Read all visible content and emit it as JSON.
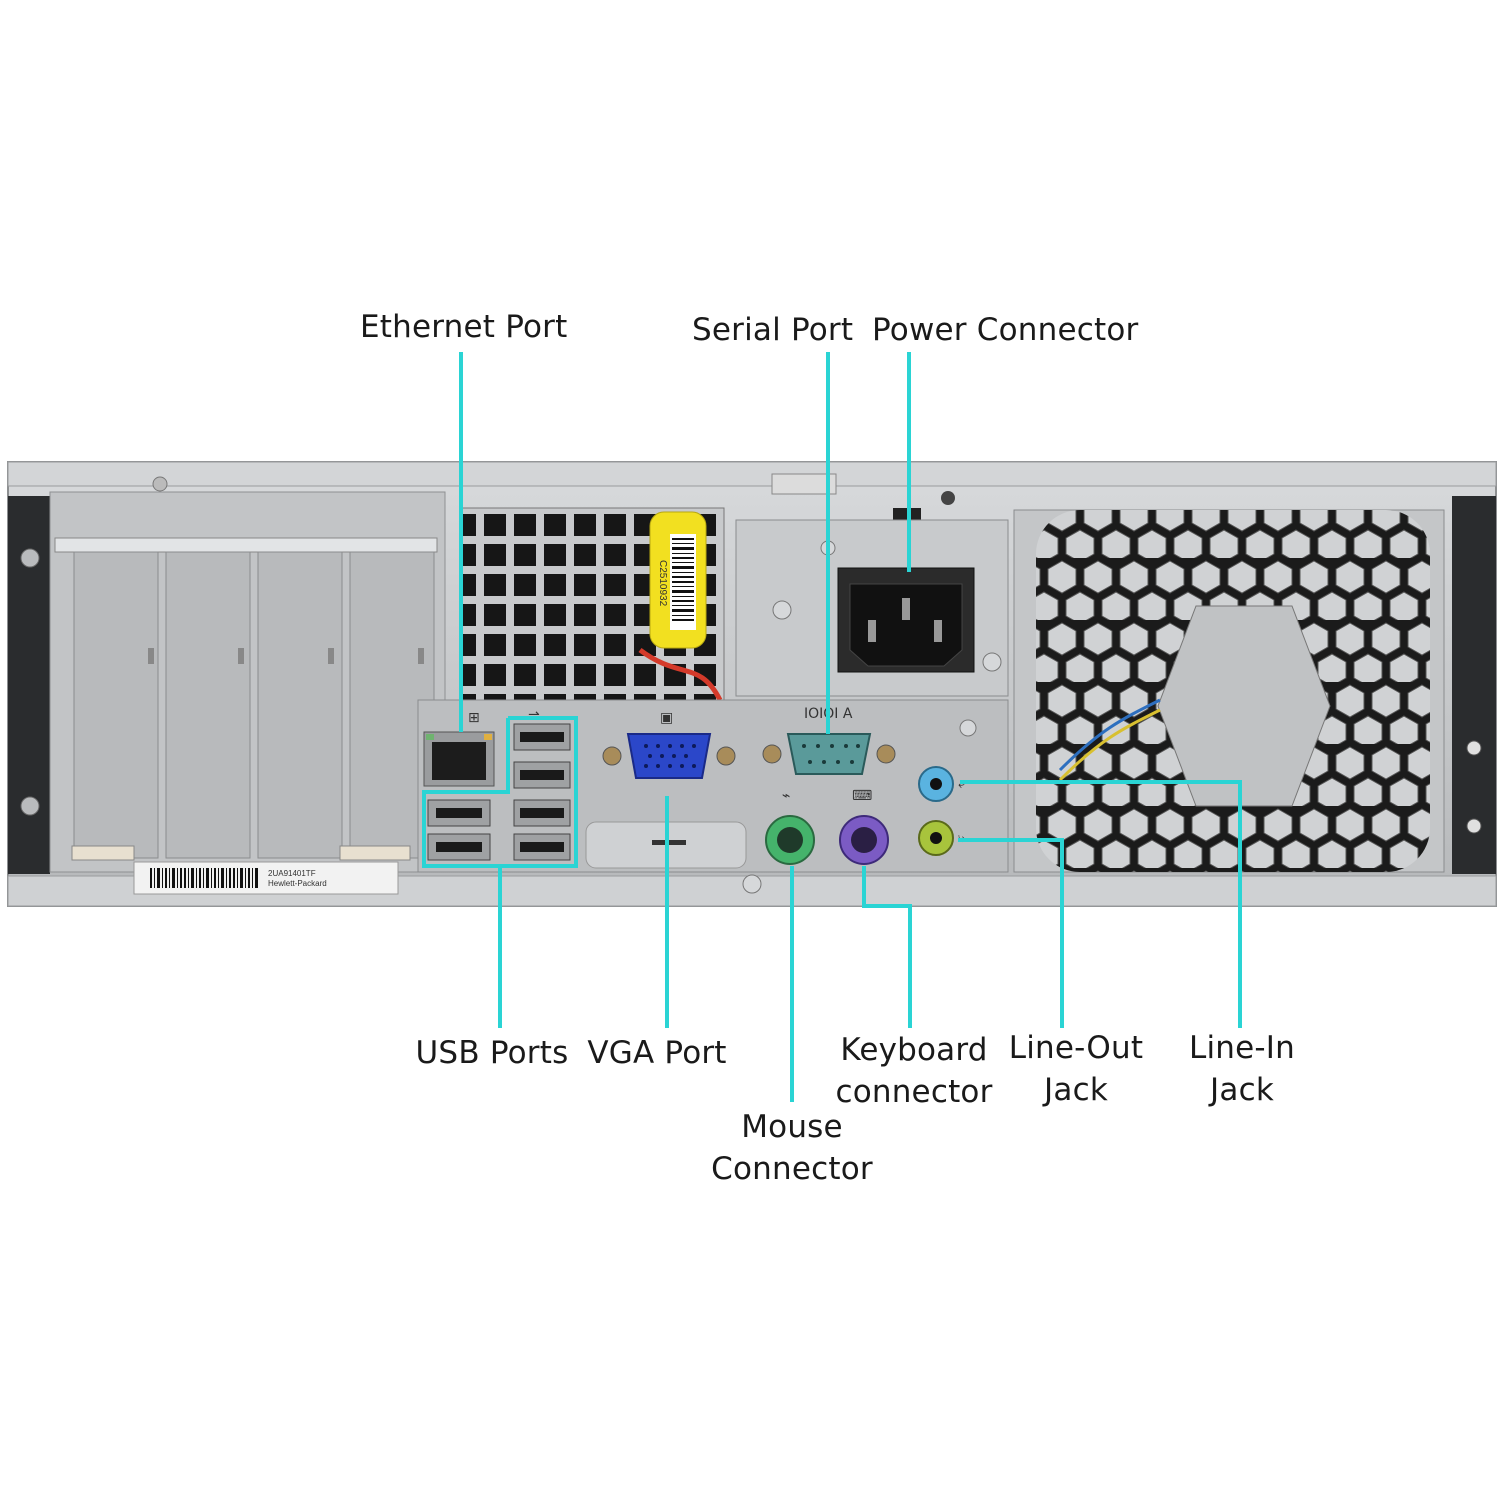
{
  "labels": {
    "ethernet": "Ethernet Port",
    "serial": "Serial Port",
    "power": "Power Connector",
    "usb": "USB Ports",
    "vga": "VGA Port",
    "keyboard_1": "Keyboard",
    "keyboard_2": "connector",
    "lineout_1": "Line-Out",
    "lineout_2": "Jack",
    "linein_1": "Line-In",
    "linein_2": "Jack",
    "mouse_1": "Mouse",
    "mouse_2": "Connector"
  },
  "panel_text": {
    "serial_mark": "IOIOI A",
    "barcode_sticker": "C2510932",
    "serial_label_1": "2UA91401TF",
    "serial_label_2": "Hewlett-Packard"
  },
  "colors": {
    "callout": "#2ad4d4",
    "chassis": "#c4c6c8",
    "vga": "#2b47c9",
    "mouse": "#45b36b",
    "keyboard": "#7b5bc4",
    "line_in": "#5ab3e0",
    "line_out": "#a8c43c",
    "sticker": "#f2e020"
  },
  "icons": [
    "ethernet-icon",
    "usb-icon",
    "monitor-icon",
    "mouse-icon",
    "keyboard-icon",
    "audio-in-icon",
    "audio-out-icon"
  ]
}
